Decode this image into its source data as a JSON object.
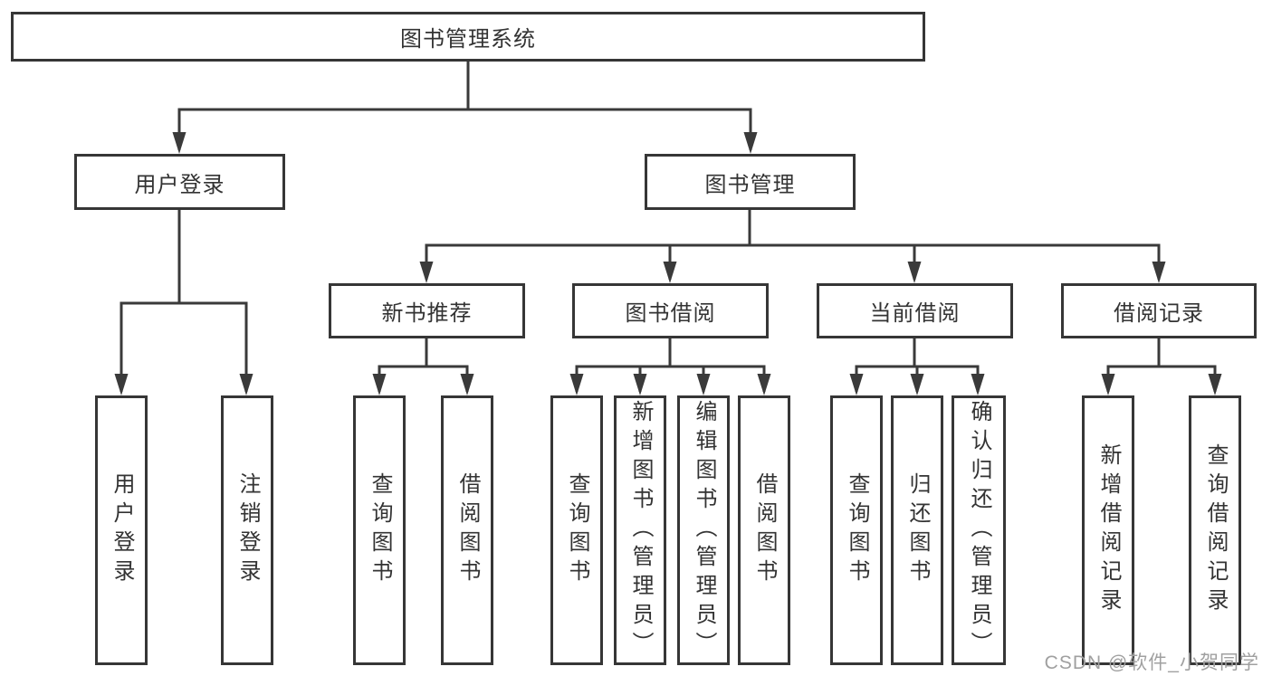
{
  "diagram": {
    "root": {
      "label": "图书管理系统"
    },
    "branches": [
      {
        "label": "用户登录",
        "children": [
          {
            "label": "用户登录"
          },
          {
            "label": "注销登录"
          }
        ]
      },
      {
        "label": "图书管理",
        "children": [
          {
            "label": "新书推荐",
            "children": [
              {
                "label": "查询图书"
              },
              {
                "label": "借阅图书"
              }
            ]
          },
          {
            "label": "图书借阅",
            "children": [
              {
                "label": "查询图书"
              },
              {
                "label": "新增图书（管理员）"
              },
              {
                "label": "编辑图书（管理员）"
              },
              {
                "label": "借阅图书"
              }
            ]
          },
          {
            "label": "当前借阅",
            "children": [
              {
                "label": "查询图书"
              },
              {
                "label": "归还图书"
              },
              {
                "label": "确认归还（管理员）"
              }
            ]
          },
          {
            "label": "借阅记录",
            "children": [
              {
                "label": "新增借阅记录"
              },
              {
                "label": "查询借阅记录"
              }
            ]
          }
        ]
      }
    ],
    "watermark": "CSDN @软件_小贺同学"
  },
  "colors": {
    "background": "#ffffff",
    "line": "#3a3a3a",
    "box_border": "#363636",
    "text": "#333333",
    "watermark": "#a0a0a0"
  }
}
